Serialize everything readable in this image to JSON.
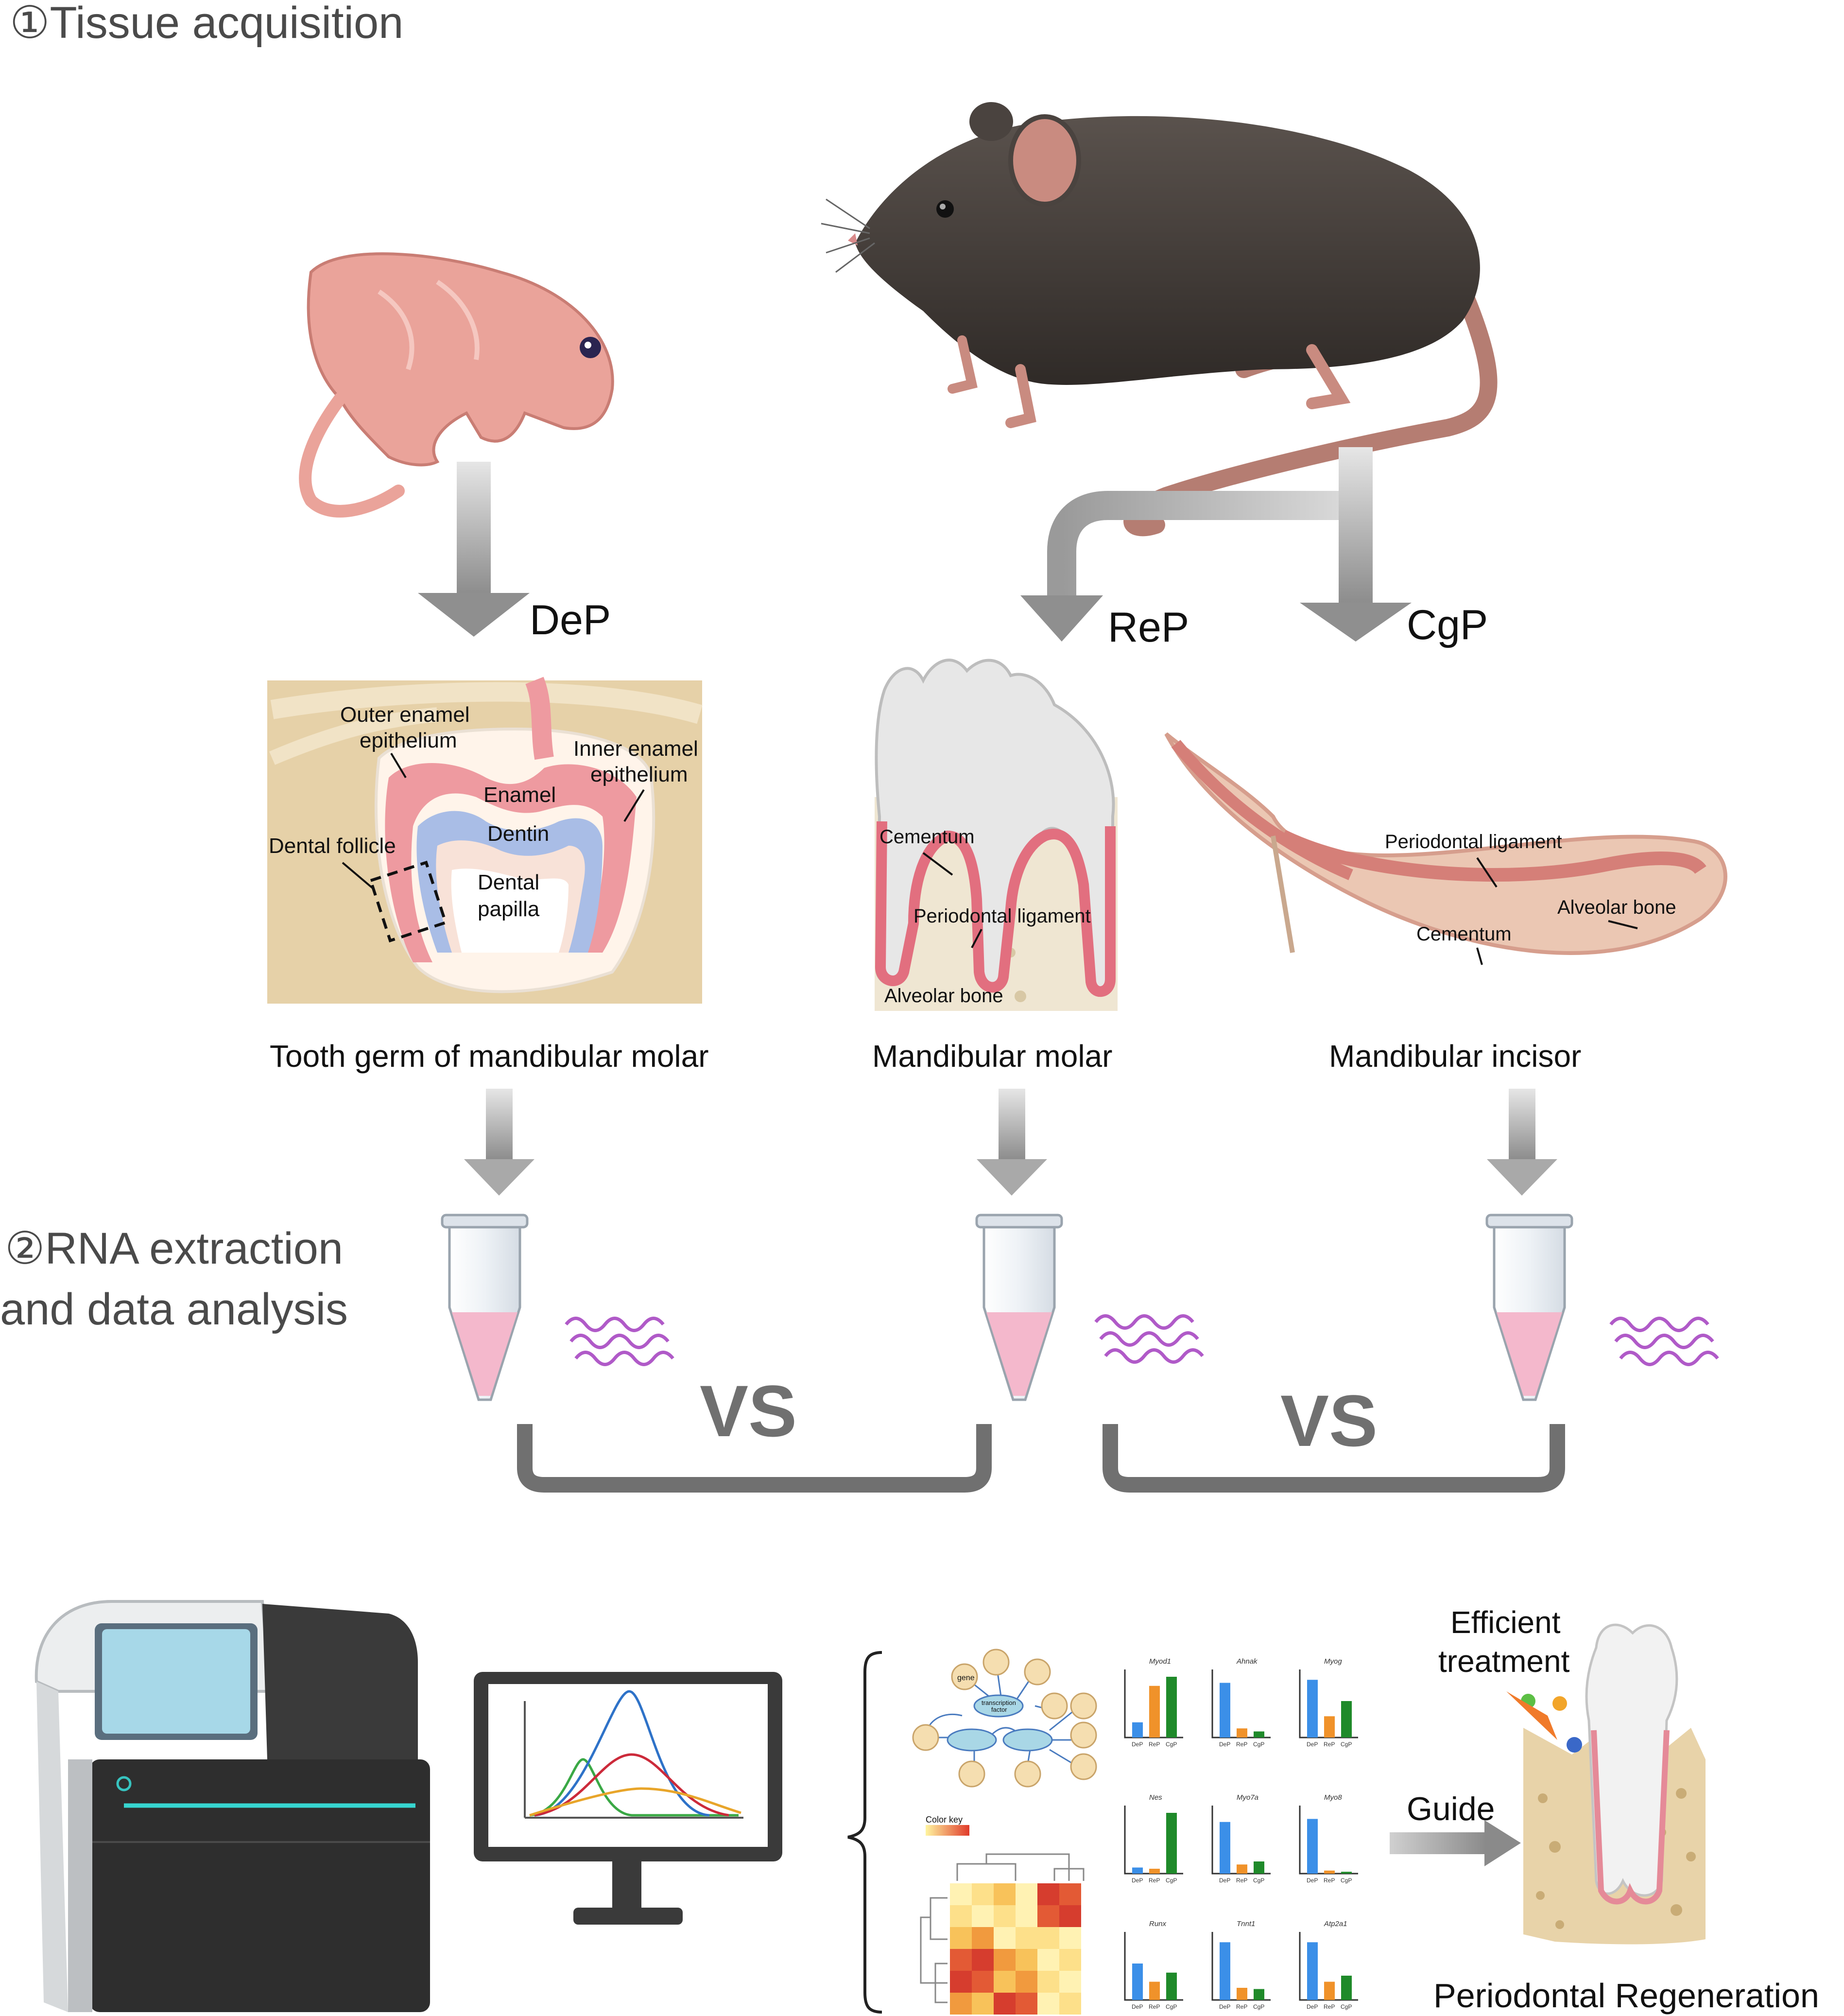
{
  "sections": {
    "tissue": "①Tissue acquisition",
    "rna_line1": "②RNA extraction",
    "rna_line2": "and data analysis"
  },
  "group_labels": {
    "dep": "DeP",
    "rep": "ReP",
    "cgp": "CgP"
  },
  "tooth_germ": {
    "outer_enamel_1": "Outer enamel",
    "outer_enamel_2": "epithelium",
    "inner_enamel_1": "Inner enamel",
    "inner_enamel_2": "epithelium",
    "enamel": "Enamel",
    "dentin": "Dentin",
    "dental_papilla_1": "Dental",
    "dental_papilla_2": "papilla",
    "dental_follicle": "Dental follicle"
  },
  "molar": {
    "cementum": "Cementum",
    "periodontal_ligament": "Periodontal ligament",
    "alveolar_bone": "Alveolar bone"
  },
  "incisor": {
    "periodontal_ligament": "Periodontal ligament",
    "alveolar_bone": "Alveolar bone",
    "cementum": "Cementum"
  },
  "captions": {
    "germ": "Tooth germ of mandibular molar",
    "molar": "Mandibular  molar",
    "incisor": "Mandibular incisor"
  },
  "comparisons": {
    "vs1": "VS",
    "vs2": "VS"
  },
  "analysis": {
    "color_key": "Color key",
    "network_gene": "gene",
    "network_tf_1": "transcription",
    "network_tf_2": "factor",
    "bar_titles": [
      "Myod1",
      "Ahnak",
      "Myog",
      "Nes",
      "Myo7a",
      "Myo8",
      "Runx",
      "Tnnt1",
      "Atp2a1"
    ],
    "bar_groups": [
      {
        "name": "DeP",
        "color": "#3b8fe8"
      },
      {
        "name": "ReP",
        "color": "#f0922a"
      },
      {
        "name": "CgP",
        "color": "#1f8a2a"
      }
    ],
    "bar_values": [
      [
        0.25,
        0.85,
        1.0
      ],
      [
        0.9,
        0.15,
        0.1
      ],
      [
        0.95,
        0.35,
        0.6
      ],
      [
        0.1,
        0.08,
        1.0
      ],
      [
        0.85,
        0.15,
        0.2
      ],
      [
        0.9,
        0.05,
        0.03
      ],
      [
        0.6,
        0.3,
        0.45
      ],
      [
        0.95,
        0.2,
        0.18
      ],
      [
        0.95,
        0.3,
        0.4
      ]
    ],
    "guide": "Guide",
    "efficient_1": "Efficient",
    "efficient_2": "treatment",
    "outcome": "Periodontal Regeneration"
  },
  "colors": {
    "arrow_gray": "#a8a8a8",
    "bracket_gray": "#707070",
    "tube_pink": "#f4b8cc",
    "rna_purple": "#b05ac8",
    "mouse_dark": "#4a433f",
    "pup_pink": "#eaa39a"
  }
}
